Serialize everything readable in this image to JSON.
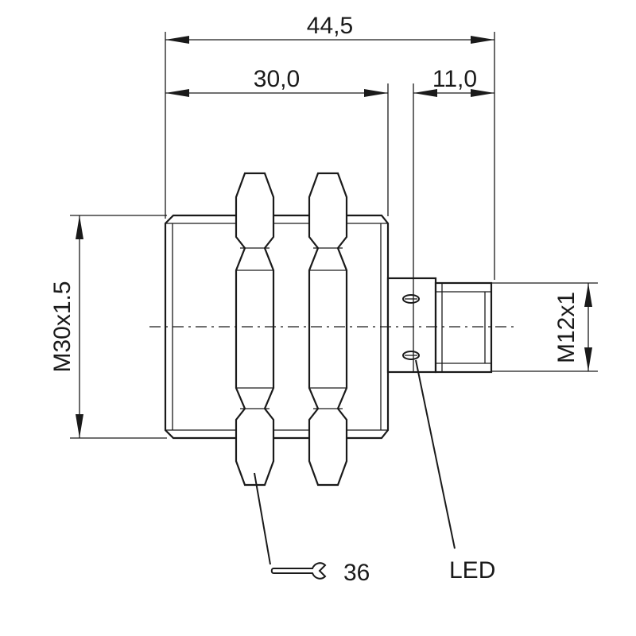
{
  "dimensions": {
    "overall_length": "44,5",
    "body_length": "30,0",
    "connector_length": "11,0",
    "body_thread": "M30x1.5",
    "connector_thread": "M12x1"
  },
  "callouts": {
    "wrench_size": "36",
    "led": "LED"
  },
  "icons": {
    "wrench": "wrench-icon"
  },
  "colors": {
    "line": "#1a1a1a",
    "background": "#ffffff"
  }
}
